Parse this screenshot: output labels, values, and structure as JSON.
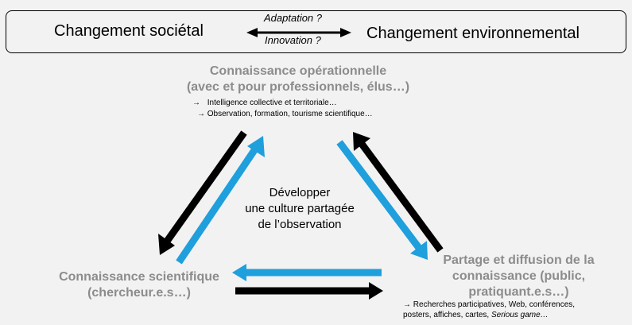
{
  "header": {
    "left_label": "Changement sociétal",
    "right_label": "Changement environnemental",
    "top_question": "Adaptation ?",
    "bottom_question": "Innovation ?"
  },
  "nodes": {
    "operational": {
      "title_line1": "Connaissance opérationnelle",
      "title_line2": "(avec et pour professionnels, élus…)",
      "note1": "Intelligence collective et territoriale…",
      "note2": "Observation, formation, tourisme scientifique…"
    },
    "scientific": {
      "title_line1": "Connaissance scientifique",
      "title_line2": "(chercheur.e.s…)"
    },
    "sharing": {
      "title_line1": "Partage et diffusion de la",
      "title_line2": "connaissance (public,",
      "title_line3": "pratiquant.e.s…)",
      "note1": "Recherches participatives, Web, conférences,",
      "note2_prefix": "posters, affiches, cartes, ",
      "note2_italic": "Serious game…"
    }
  },
  "center": {
    "line1": "Développer",
    "line2": "une culture partagée",
    "line3": "de l’observation"
  },
  "colors": {
    "blue": "#1f9fdc",
    "black": "#000000",
    "grey_text": "#8c8c8c",
    "background": "#f2f2f2"
  }
}
